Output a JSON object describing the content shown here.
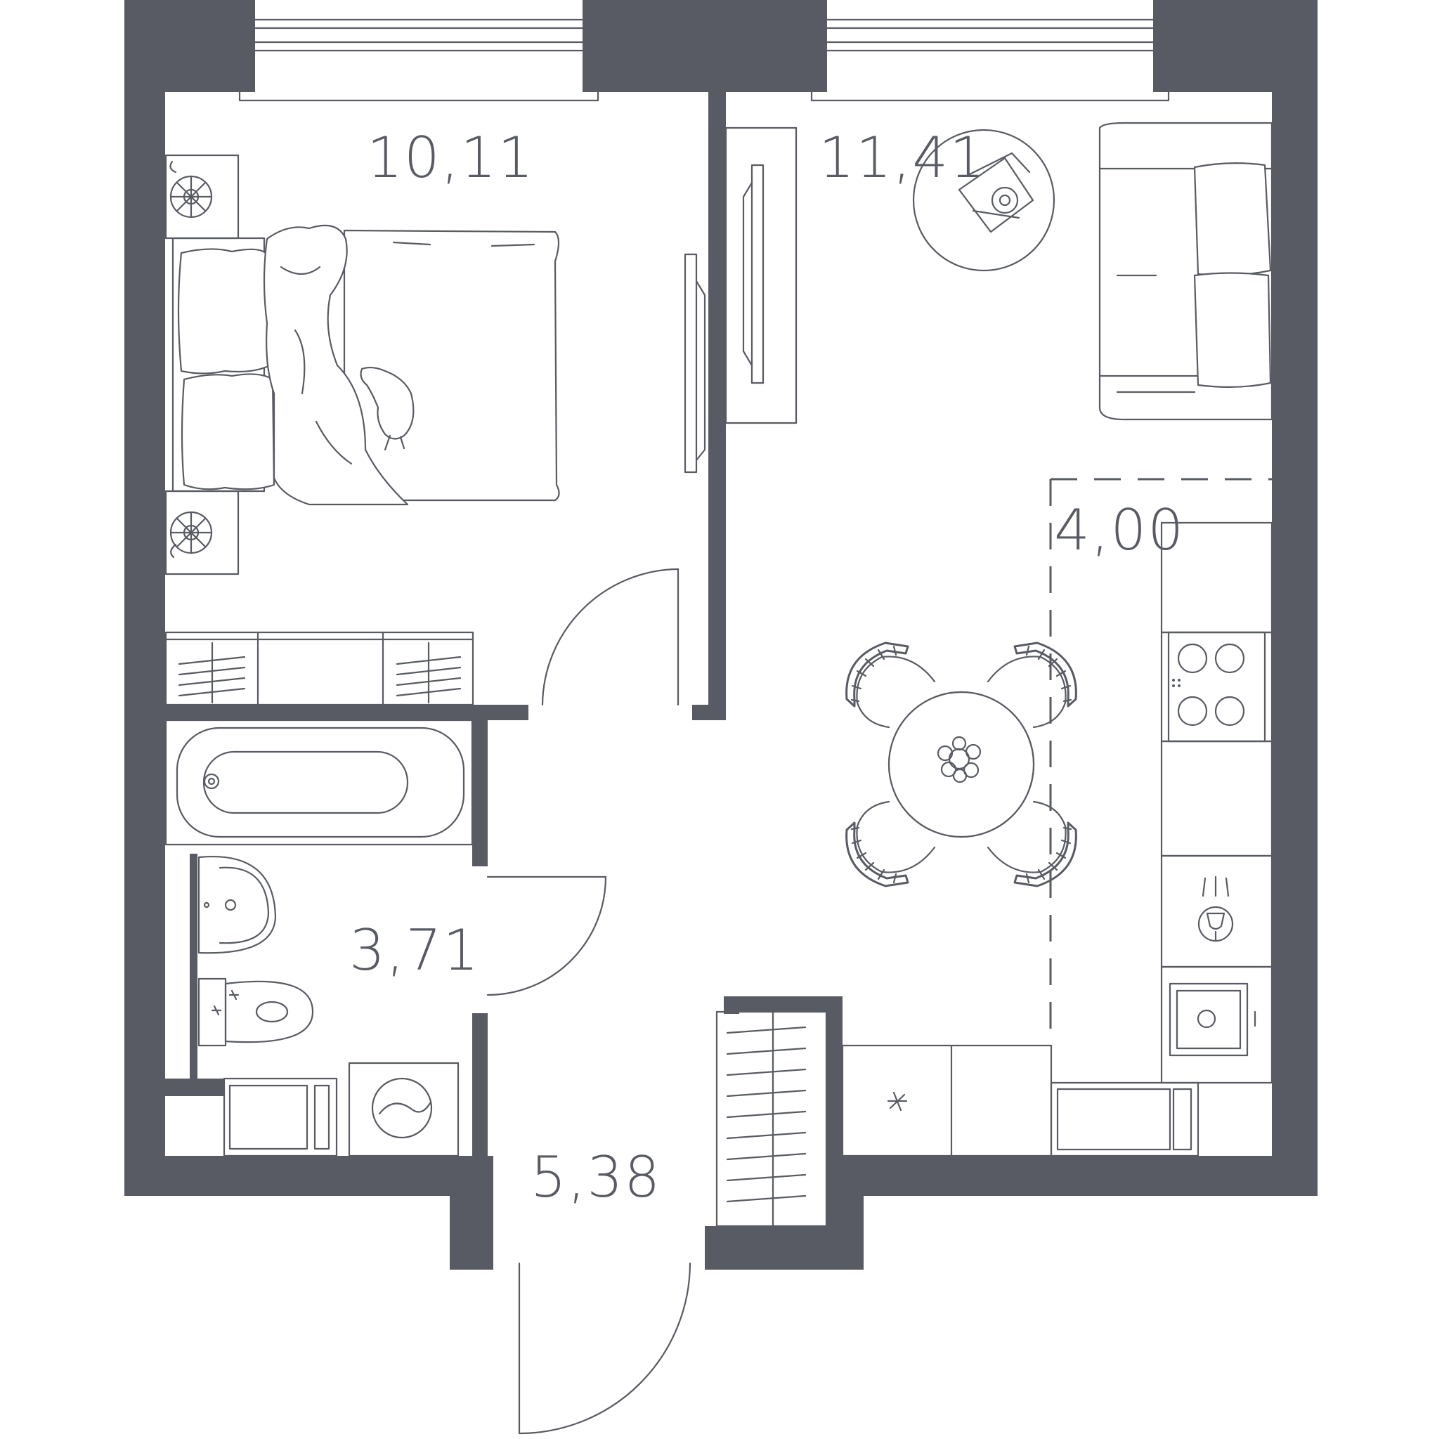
{
  "room_areas": {
    "bedroom": "10,11",
    "living_room": "11,41",
    "kitchen": "4,00",
    "bathroom": "3,71",
    "hallway": "5,38"
  },
  "colors": {
    "walls": "#585b63",
    "background": "#ffffff"
  }
}
